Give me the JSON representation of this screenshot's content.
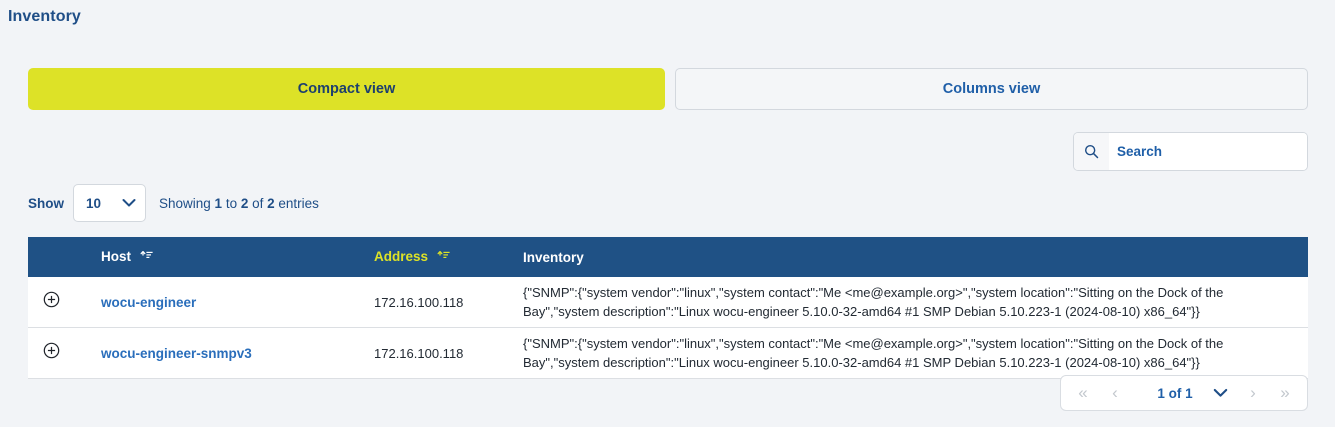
{
  "page": {
    "title": "Inventory"
  },
  "tabs": [
    {
      "label": "Compact view",
      "active": true
    },
    {
      "label": "Columns view",
      "active": false
    }
  ],
  "search": {
    "placeholder": "Search",
    "value": "",
    "icon": "search-icon"
  },
  "length_menu": {
    "show_label": "Show",
    "selected": "10",
    "chevron": "chevron-down-icon"
  },
  "info": {
    "prefix": "Showing ",
    "start": "1",
    "mid": " to ",
    "end": "2",
    "of": " of ",
    "total": "2",
    "suffix": " entries",
    "full_text": "Showing 1 to 2 of 2 entries"
  },
  "table": {
    "columns": [
      {
        "key": "expand",
        "label": ""
      },
      {
        "key": "host",
        "label": "Host",
        "sortable": true,
        "sort_icon": "sort-icon"
      },
      {
        "key": "address",
        "label": "Address",
        "sortable": true,
        "sort_icon": "sort-icon",
        "active": true
      },
      {
        "key": "inventory",
        "label": "Inventory",
        "sortable": false
      }
    ],
    "rows": [
      {
        "expand_icon": "plus-circle-icon",
        "host": "wocu-engineer",
        "address": "172.16.100.118",
        "inventory": "{\"SNMP\":{\"system vendor\":\"linux\",\"system contact\":\"Me <me@example.org>\",\"system location\":\"Sitting on the Dock of the Bay\",\"system description\":\"Linux wocu-engineer 5.10.0-32-amd64 #1 SMP Debian 5.10.223-1 (2024-08-10) x86_64\"}}"
      },
      {
        "expand_icon": "plus-circle-icon",
        "host": "wocu-engineer-snmpv3",
        "address": "172.16.100.118",
        "inventory": "{\"SNMP\":{\"system vendor\":\"linux\",\"system contact\":\"Me <me@example.org>\",\"system location\":\"Sitting on the Dock of the Bay\",\"system description\":\"Linux wocu-engineer 5.10.0-32-amd64 #1 SMP Debian 5.10.223-1 (2024-08-10) x86_64\"}}"
      }
    ]
  },
  "pagination": {
    "first": "«",
    "prev": "‹",
    "label": "1 of 1",
    "dropdown_icon": "chevron-down-icon",
    "next": "›",
    "last": "»"
  },
  "colors": {
    "accent_lime": "#dde227",
    "header_blue": "#1f5185",
    "link_blue": "#2a6ebb",
    "title_blue": "#1f4e87",
    "page_bg": "#f2f4f7"
  }
}
